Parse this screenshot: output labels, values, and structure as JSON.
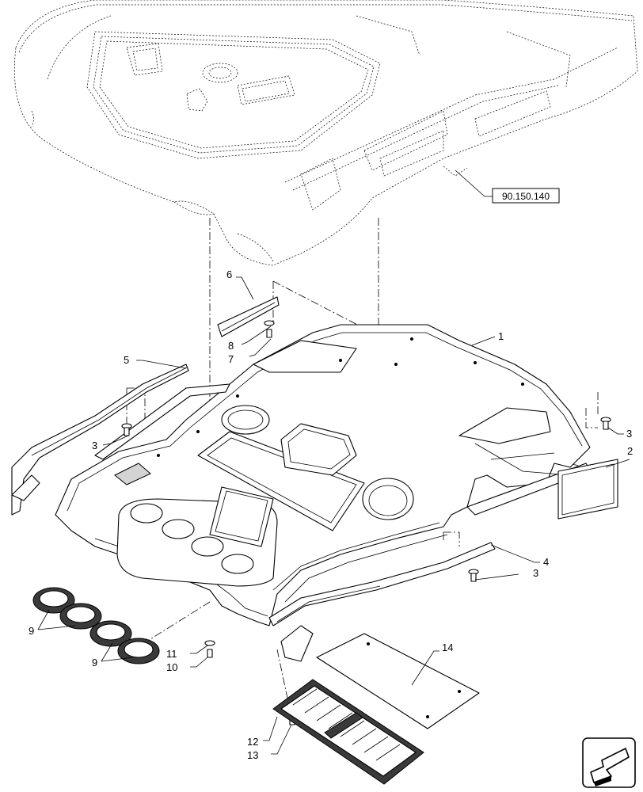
{
  "diagram": {
    "reference_label": "90.150.140",
    "callouts": [
      {
        "id": "c1",
        "text": "1"
      },
      {
        "id": "c2",
        "text": "2"
      },
      {
        "id": "c3a",
        "text": "3"
      },
      {
        "id": "c3b",
        "text": "3"
      },
      {
        "id": "c3c",
        "text": "3"
      },
      {
        "id": "c4",
        "text": "4"
      },
      {
        "id": "c5",
        "text": "5"
      },
      {
        "id": "c6",
        "text": "6"
      },
      {
        "id": "c7",
        "text": "7"
      },
      {
        "id": "c8",
        "text": "8"
      },
      {
        "id": "c9a",
        "text": "9"
      },
      {
        "id": "c9b",
        "text": "9"
      },
      {
        "id": "c10",
        "text": "10"
      },
      {
        "id": "c11",
        "text": "11"
      },
      {
        "id": "c12",
        "text": "12"
      },
      {
        "id": "c13",
        "text": "13"
      },
      {
        "id": "c14",
        "text": "14"
      }
    ]
  }
}
